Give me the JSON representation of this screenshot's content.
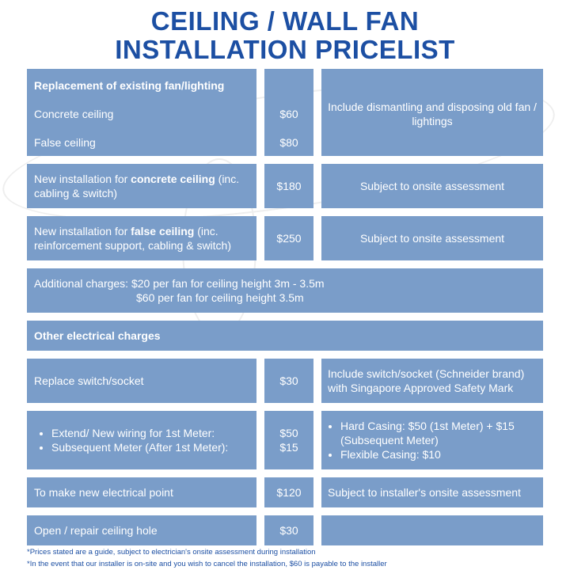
{
  "title": {
    "line1": "CEILING / WALL FAN",
    "line2": "INSTALLATION PRICELIST"
  },
  "rows": {
    "replacement": {
      "heading": "Replacement of existing fan/lighting",
      "items": [
        {
          "label": "Concrete ceiling",
          "price": "$60"
        },
        {
          "label": "False ceiling",
          "price": "$80"
        }
      ],
      "note": "Include dismantling and disposing old fan / lightings"
    },
    "concrete": {
      "pre": "New installation for ",
      "bold": "concrete ceiling",
      "post": " (inc. cabling & switch)",
      "price": "$180",
      "note": "Subject to onsite assessment"
    },
    "false": {
      "pre": "New installation for ",
      "bold": "false ceiling",
      "post": " (inc. reinforcement support, cabling & switch)",
      "price": "$250",
      "note": "Subject to onsite assessment"
    },
    "additional": {
      "line1": "Additional charges: $20 per fan for ceiling height 3m - 3.5m",
      "line2": "$60 per fan for ceiling height 3.5m"
    },
    "other_heading": "Other electrical charges",
    "switch": {
      "label": "Replace switch/socket",
      "price": "$30",
      "note": "Include switch/socket (Schneider brand) with Singapore Approved Safety Mark"
    },
    "wiring": {
      "items": [
        "Extend/ New wiring for 1st Meter:",
        "Subsequent Meter (After 1st Meter):"
      ],
      "prices": [
        "$50",
        "$15"
      ],
      "notes": [
        "Hard Casing: $50 (1st Meter) + $15 (Subsequent Meter)",
        "Flexible Casing: $10"
      ]
    },
    "point": {
      "label": "To make new electrical point",
      "price": "$120",
      "note": "Subject to installer's onsite assessment"
    },
    "hole": {
      "label": "Open / repair ceiling hole",
      "price": "$30"
    }
  },
  "footnotes": [
    "*Prices stated are a guide, subject to electrician's onsite assessment during installation",
    "*In the event that our installer is on-site and you wish to cancel the installation, $60 is payable to the installer"
  ]
}
